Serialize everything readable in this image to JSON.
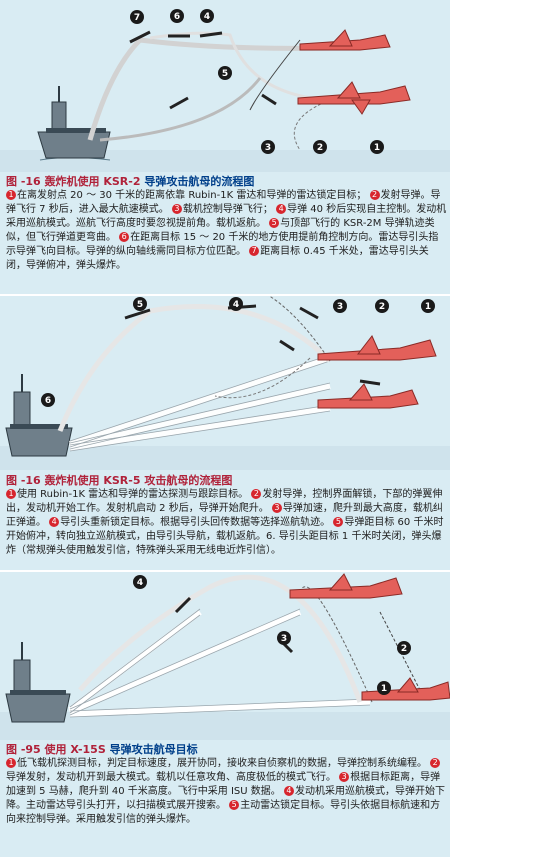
{
  "fig1": {
    "title_a": "图 -16 轰炸机使用 KSR-2 ",
    "title_b": "导弹攻击航母的流程图",
    "markers": [
      "7",
      "6",
      "4",
      "5",
      "3",
      "2",
      "1"
    ],
    "steps": [
      {
        "n": "1",
        "t": "在离发射点 20 ～ 30 千米的距离依靠 Rubin-1K 雷达和导弹的雷达锁定目标；"
      },
      {
        "n": "2",
        "t": "发射导弹。导弹飞行 7 秒后，进入最大航速模式。"
      },
      {
        "n": "3",
        "t": "载机控制导弹飞行；"
      },
      {
        "n": "4",
        "t": "导弹 40 秒后实现自主控制。发动机采用巡航模式。巡航飞行高度时要忽视提前角。载机返航。"
      },
      {
        "n": "5",
        "t": "与顶部飞行的 KSR-2M 导弹轨迹类似，但飞行弹道更弯曲。"
      },
      {
        "n": "6",
        "t": "在距离目标 15 ～ 20 千米的地方使用提前角控制方向。雷达导引头指示导弹飞向目标。导弹的纵向轴线需同目标方位匹配。"
      },
      {
        "n": "7",
        "t": "距离目标 0.45 千米处，雷达导引头关闭，导弹俯冲，弹头爆炸。"
      }
    ]
  },
  "fig2": {
    "title_a": "图 -16 轰炸机使用 KSR-5 攻击航母的流程图",
    "markers": [
      "6",
      "5",
      "4",
      "3",
      "2",
      "1"
    ],
    "steps": [
      {
        "n": "1",
        "t": "使用 Rubin-1K 雷达和导弹的雷达探测与跟踪目标。"
      },
      {
        "n": "2",
        "t": "发射导弹，控制界面解锁，下部的弹翼伸出，发动机开始工作。发射机启动 2 秒后，导弹开始爬升。"
      },
      {
        "n": "3",
        "t": "导弹加速，爬升到最大高度，载机纠正弹道。"
      },
      {
        "n": "4",
        "t": "导引头重新锁定目标。根据导引头回传数据等选择巡航轨迹。"
      },
      {
        "n": "5",
        "t": "导弹距目标 60 千米时开始俯冲，转向独立巡航模式，由导引头导航，载机返航。6. 导引头距目标 1 千米时关闭，弹头爆炸（常规弹头使用触发引信，特殊弹头采用无线电近炸引信）。"
      }
    ]
  },
  "fig3": {
    "title_a": "图 -95 使用 X-15S ",
    "title_b": "导弹攻击航母目标",
    "markers": [
      "4",
      "3",
      "2",
      "1"
    ],
    "steps": [
      {
        "n": "1",
        "t": "低飞载机探测目标，判定目标速度，展开协同，接收来自侦察机的数据，导弹控制系统编程。"
      },
      {
        "n": "2",
        "t": "导弹发射，发动机开到最大模式。载机以任意攻角、高度极低的模式飞行。"
      },
      {
        "n": "3",
        "t": "根据目标距离，导弹加速到 5 马赫，爬升到 40 千米高度。飞行中采用 ISU 数据。"
      },
      {
        "n": "4",
        "t": "发动机采用巡航模式，导弹开始下降。主动雷达导引头打开，以扫描模式展开搜索。"
      },
      {
        "n": "5",
        "t": "主动雷达锁定目标。导引头依据目标航速和方向来控制导弹。采用触发引信的弹头爆炸。"
      }
    ]
  }
}
